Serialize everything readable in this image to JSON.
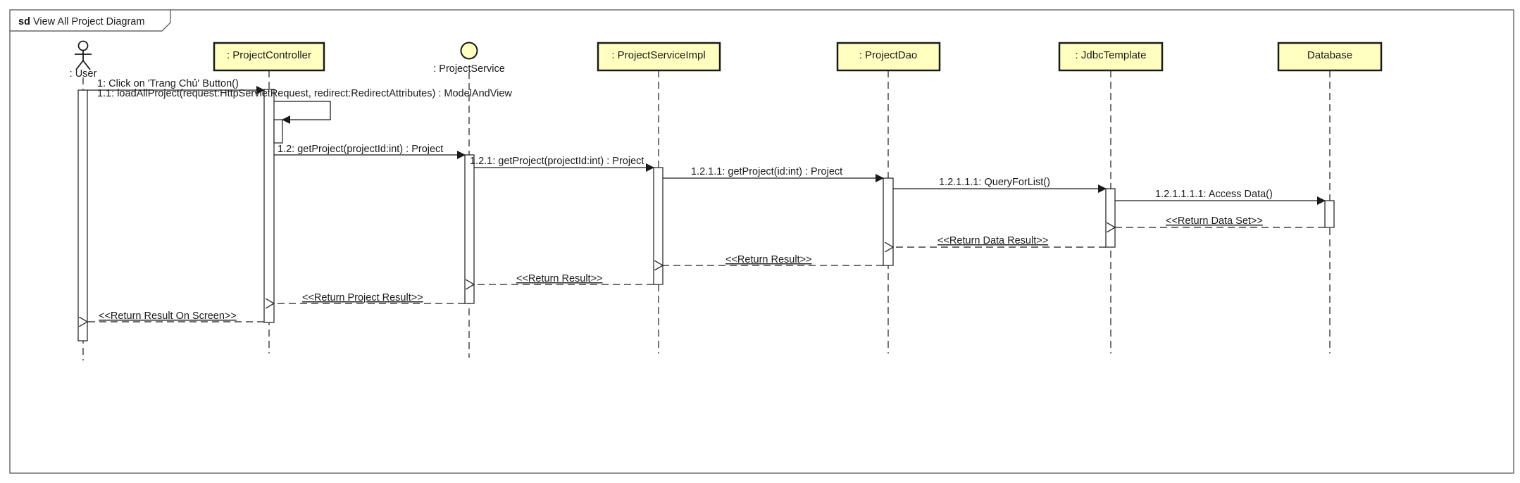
{
  "frame": {
    "keyword": "sd",
    "title": "View All Project Diagram"
  },
  "colors": {
    "box_fill": "#ffffc0",
    "stroke": "#1a1a1a",
    "activation_fill": "#ffffff"
  },
  "participants": [
    {
      "id": "user",
      "kind": "actor",
      "label": ": User"
    },
    {
      "id": "controller",
      "kind": "class",
      "label": ": ProjectController"
    },
    {
      "id": "service",
      "kind": "interface",
      "label": ": ProjectService"
    },
    {
      "id": "serviceimpl",
      "kind": "class",
      "label": ": ProjectServiceImpl"
    },
    {
      "id": "dao",
      "kind": "class",
      "label": ": ProjectDao"
    },
    {
      "id": "jdbc",
      "kind": "class",
      "label": ": JdbcTemplate"
    },
    {
      "id": "db",
      "kind": "class",
      "label": "Database"
    }
  ],
  "messages": [
    {
      "id": "m1",
      "label": "1: Click on 'Trang Chủ' Button()",
      "from": "user",
      "to": "controller",
      "type": "sync"
    },
    {
      "id": "m11",
      "label": "1.1: loadAllProject(request:HttpServletRequest, redirect:RedirectAttributes) : ModelAndView",
      "from": "controller",
      "to": "controller",
      "type": "self"
    },
    {
      "id": "m12",
      "label": "1.2: getProject(projectId:int) : Project",
      "from": "controller",
      "to": "service",
      "type": "sync"
    },
    {
      "id": "m121",
      "label": "1.2.1: getProject(projectId:int) : Project",
      "from": "service",
      "to": "serviceimpl",
      "type": "sync"
    },
    {
      "id": "m1211",
      "label": "1.2.1.1: getProject(id:int) : Project",
      "from": "serviceimpl",
      "to": "dao",
      "type": "sync"
    },
    {
      "id": "m12111",
      "label": "1.2.1.1.1: QueryForList()",
      "from": "dao",
      "to": "jdbc",
      "type": "sync"
    },
    {
      "id": "m121111",
      "label": "1.2.1.1.1.1: Access Data()",
      "from": "jdbc",
      "to": "db",
      "type": "sync"
    },
    {
      "id": "r1",
      "label": "<<Return Data Set>>",
      "from": "db",
      "to": "jdbc",
      "type": "return"
    },
    {
      "id": "r2",
      "label": "<<Return Data Result>>",
      "from": "jdbc",
      "to": "dao",
      "type": "return"
    },
    {
      "id": "r3",
      "label": "<<Return Result>>",
      "from": "dao",
      "to": "serviceimpl",
      "type": "return"
    },
    {
      "id": "r4",
      "label": "<<Return Result>>",
      "from": "serviceimpl",
      "to": "service",
      "type": "return"
    },
    {
      "id": "r5",
      "label": "<<Return Project Result>>",
      "from": "service",
      "to": "controller",
      "type": "return"
    },
    {
      "id": "r6",
      "label": "<<Return Result On Screen>>",
      "from": "controller",
      "to": "user",
      "type": "return"
    }
  ]
}
